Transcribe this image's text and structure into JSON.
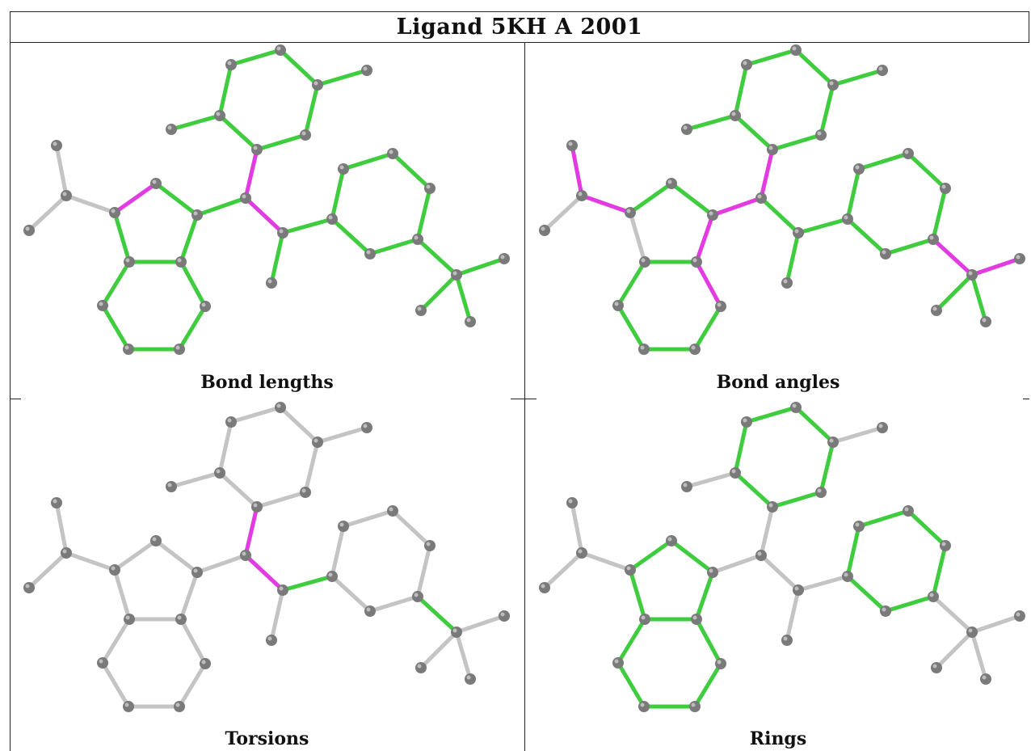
{
  "title": "Ligand 5KH A 2001",
  "colors": {
    "atom": "#7a7a7a",
    "atom_highlight": "#bdbdbd",
    "bond_default": "#c4c4c4",
    "bond_ok": "#3fcc3f",
    "bond_outlier": "#e23be2",
    "frame": "#222222"
  },
  "panels": [
    {
      "id": "bond-lengths",
      "label": "Bond lengths"
    },
    {
      "id": "bond-angles",
      "label": "Bond angles"
    },
    {
      "id": "torsions",
      "label": "Torsions"
    },
    {
      "id": "rings",
      "label": "Rings"
    }
  ]
}
